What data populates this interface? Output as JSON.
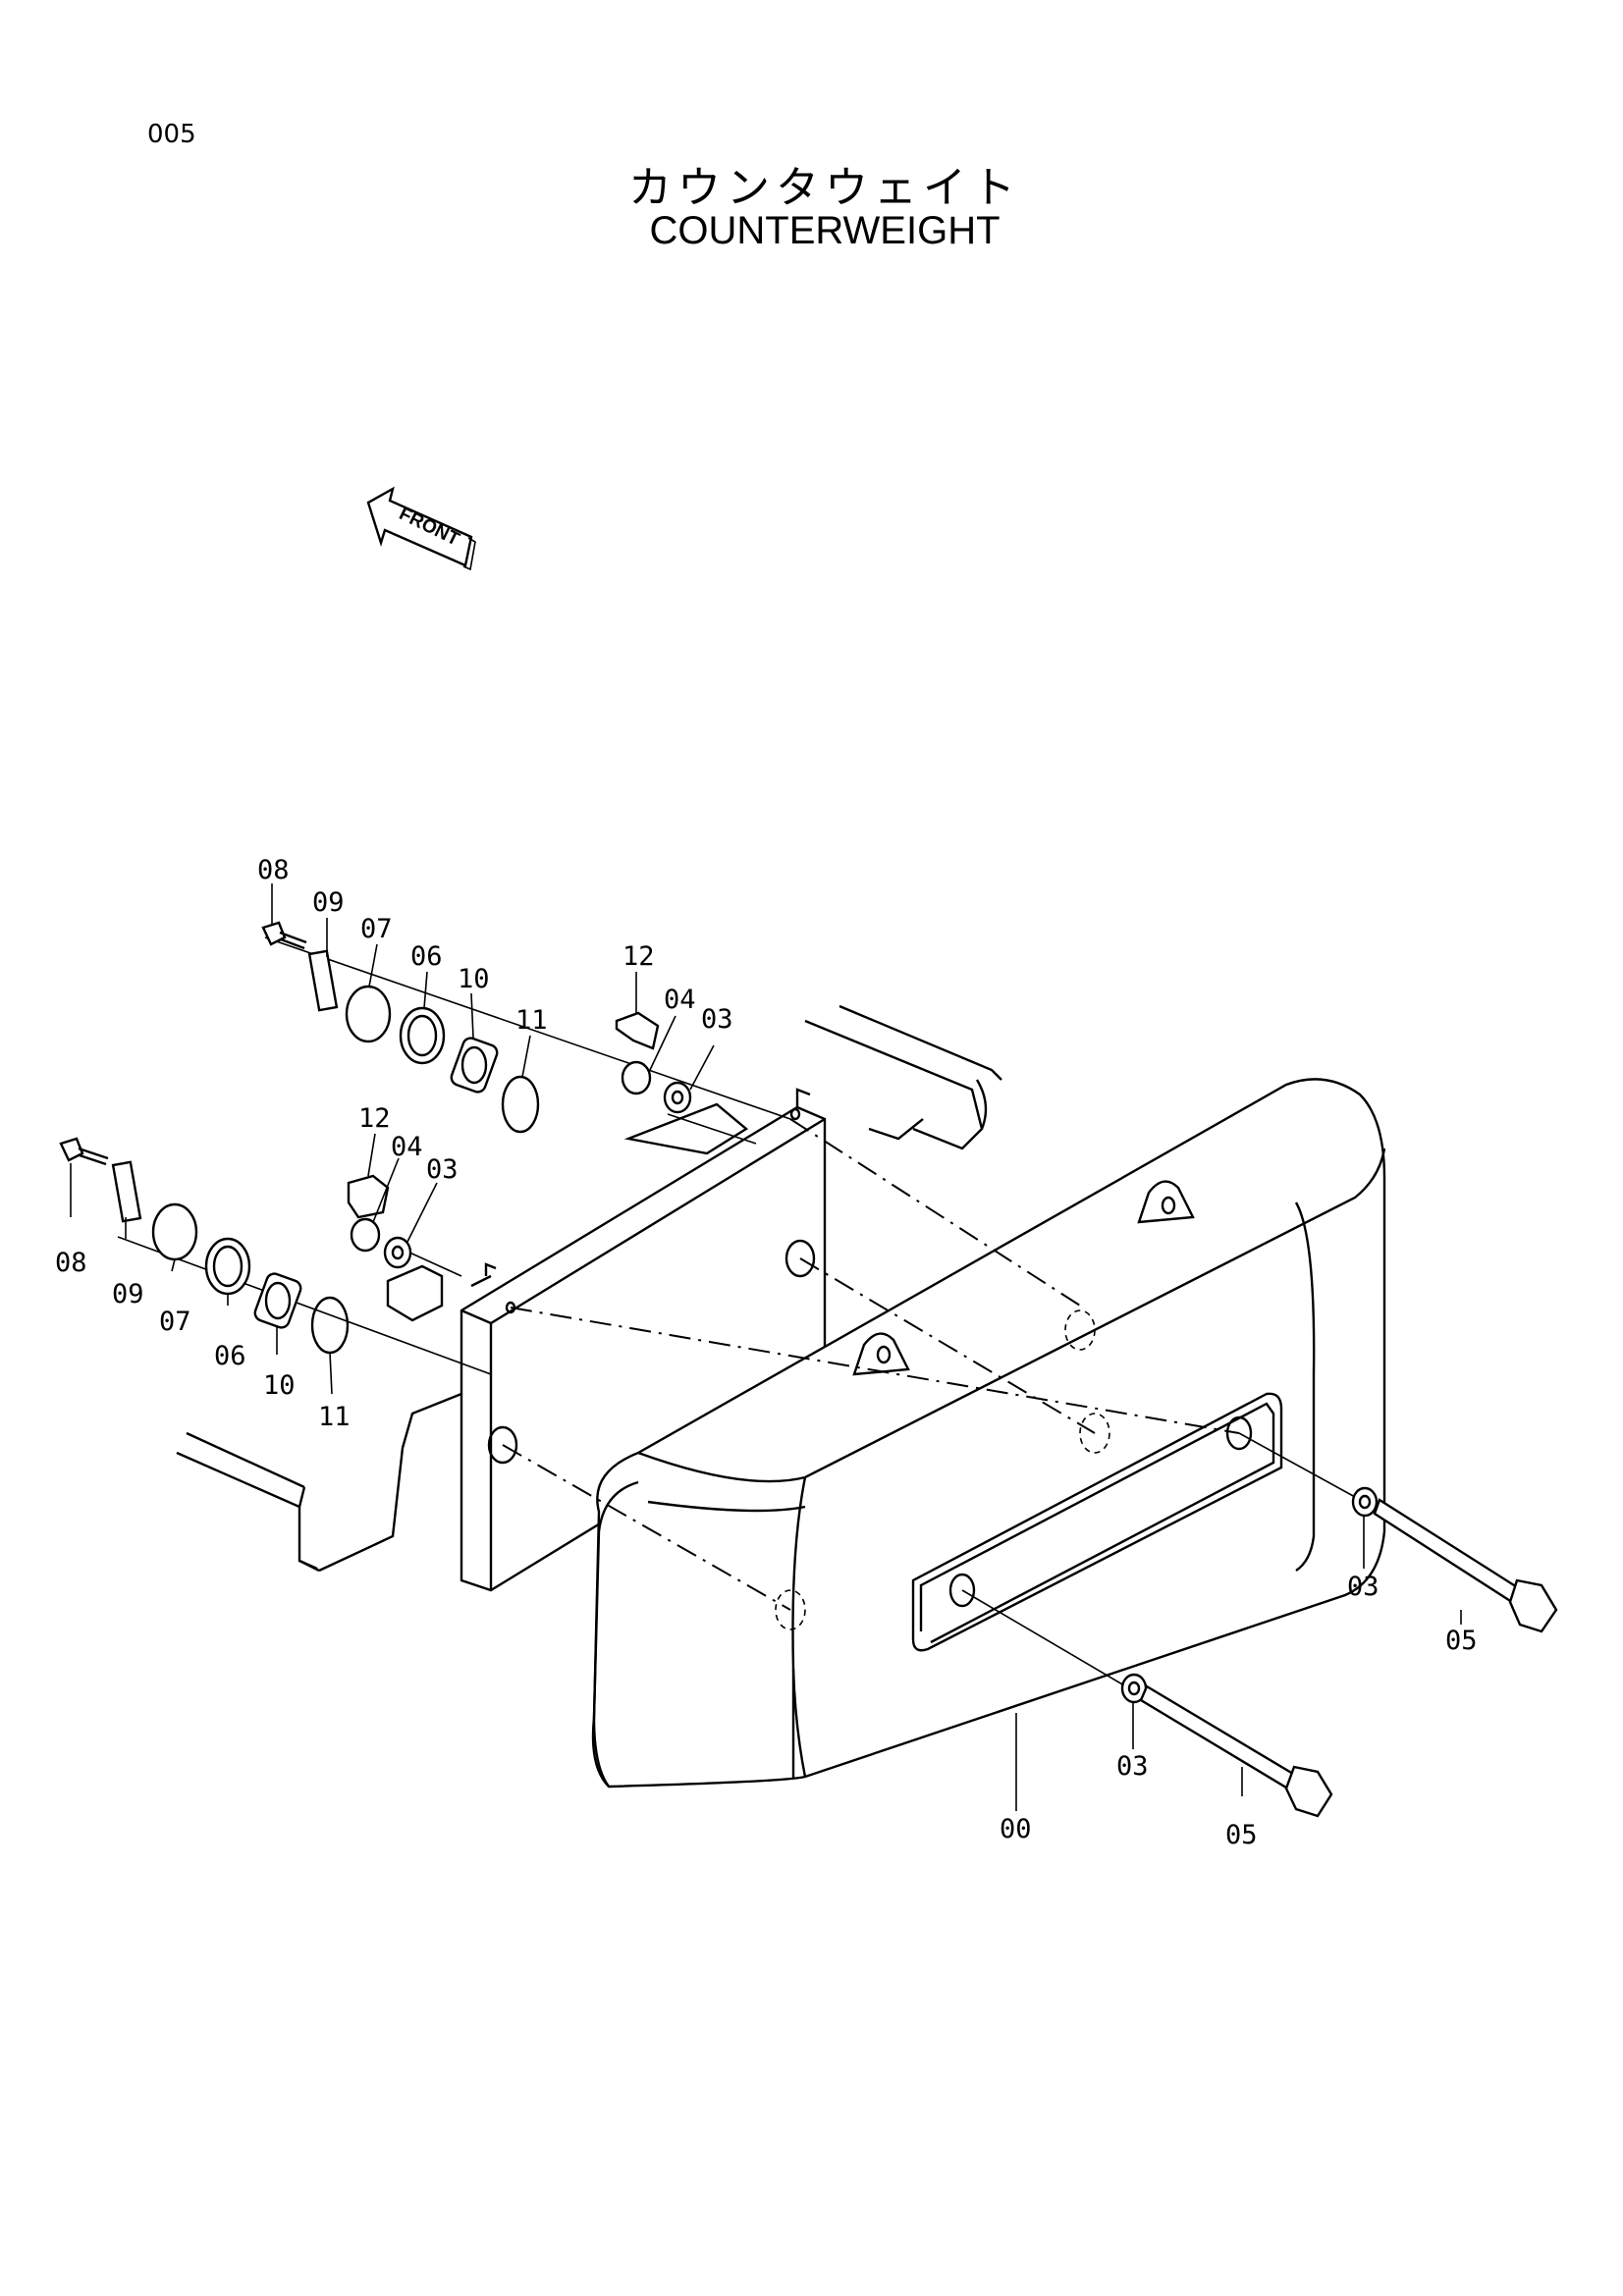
{
  "page_number": "005",
  "title_jp": "カウンタウェイト",
  "title_en": "COUNTERWEIGHT",
  "front_label": "FRONT",
  "callouts": {
    "c00": "00",
    "c03a": "03",
    "c03b": "03",
    "c03c": "03",
    "c03d": "03",
    "c04a": "04",
    "c04b": "04",
    "c05a": "05",
    "c05b": "05",
    "c06a": "06",
    "c06b": "06",
    "c07a": "07",
    "c07b": "07",
    "c08a": "08",
    "c08b": "08",
    "c09a": "09",
    "c09b": "09",
    "c10a": "10",
    "c10b": "10",
    "c11a": "11",
    "c11b": "11",
    "c12a": "12",
    "c12b": "12"
  }
}
